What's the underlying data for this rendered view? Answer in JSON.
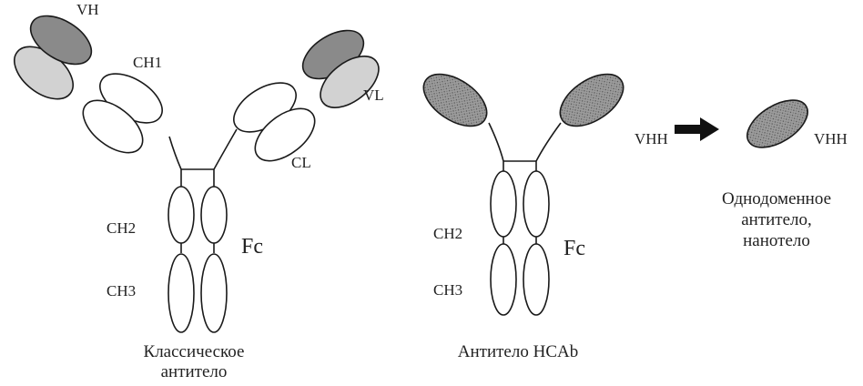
{
  "colors": {
    "heavy_variable": "#8a8a8a",
    "light_variable": "#d2d2d2",
    "constant": "#ffffff",
    "vhh": "#9a9a9a",
    "outline": "#1a1a1a",
    "arrow": "#111111"
  },
  "classic_antibody": {
    "labels": {
      "vh": "VH",
      "ch1": "CH1",
      "vl": "VL",
      "cl": "CL",
      "ch2": "CH2",
      "ch3": "CH3",
      "fc": "Fc"
    },
    "caption": [
      "Классическое",
      "антитело"
    ]
  },
  "hcab_antibody": {
    "labels": {
      "vhh": "VHH",
      "ch2": "CH2",
      "ch3": "CH3",
      "fc": "Fc"
    },
    "caption": "Антитело HCAb"
  },
  "nanobody": {
    "label": "VHH",
    "caption": [
      "Однодоменное",
      "антитело,",
      "нанотело"
    ]
  },
  "icons": {
    "arrow": "right-arrow-icon"
  }
}
